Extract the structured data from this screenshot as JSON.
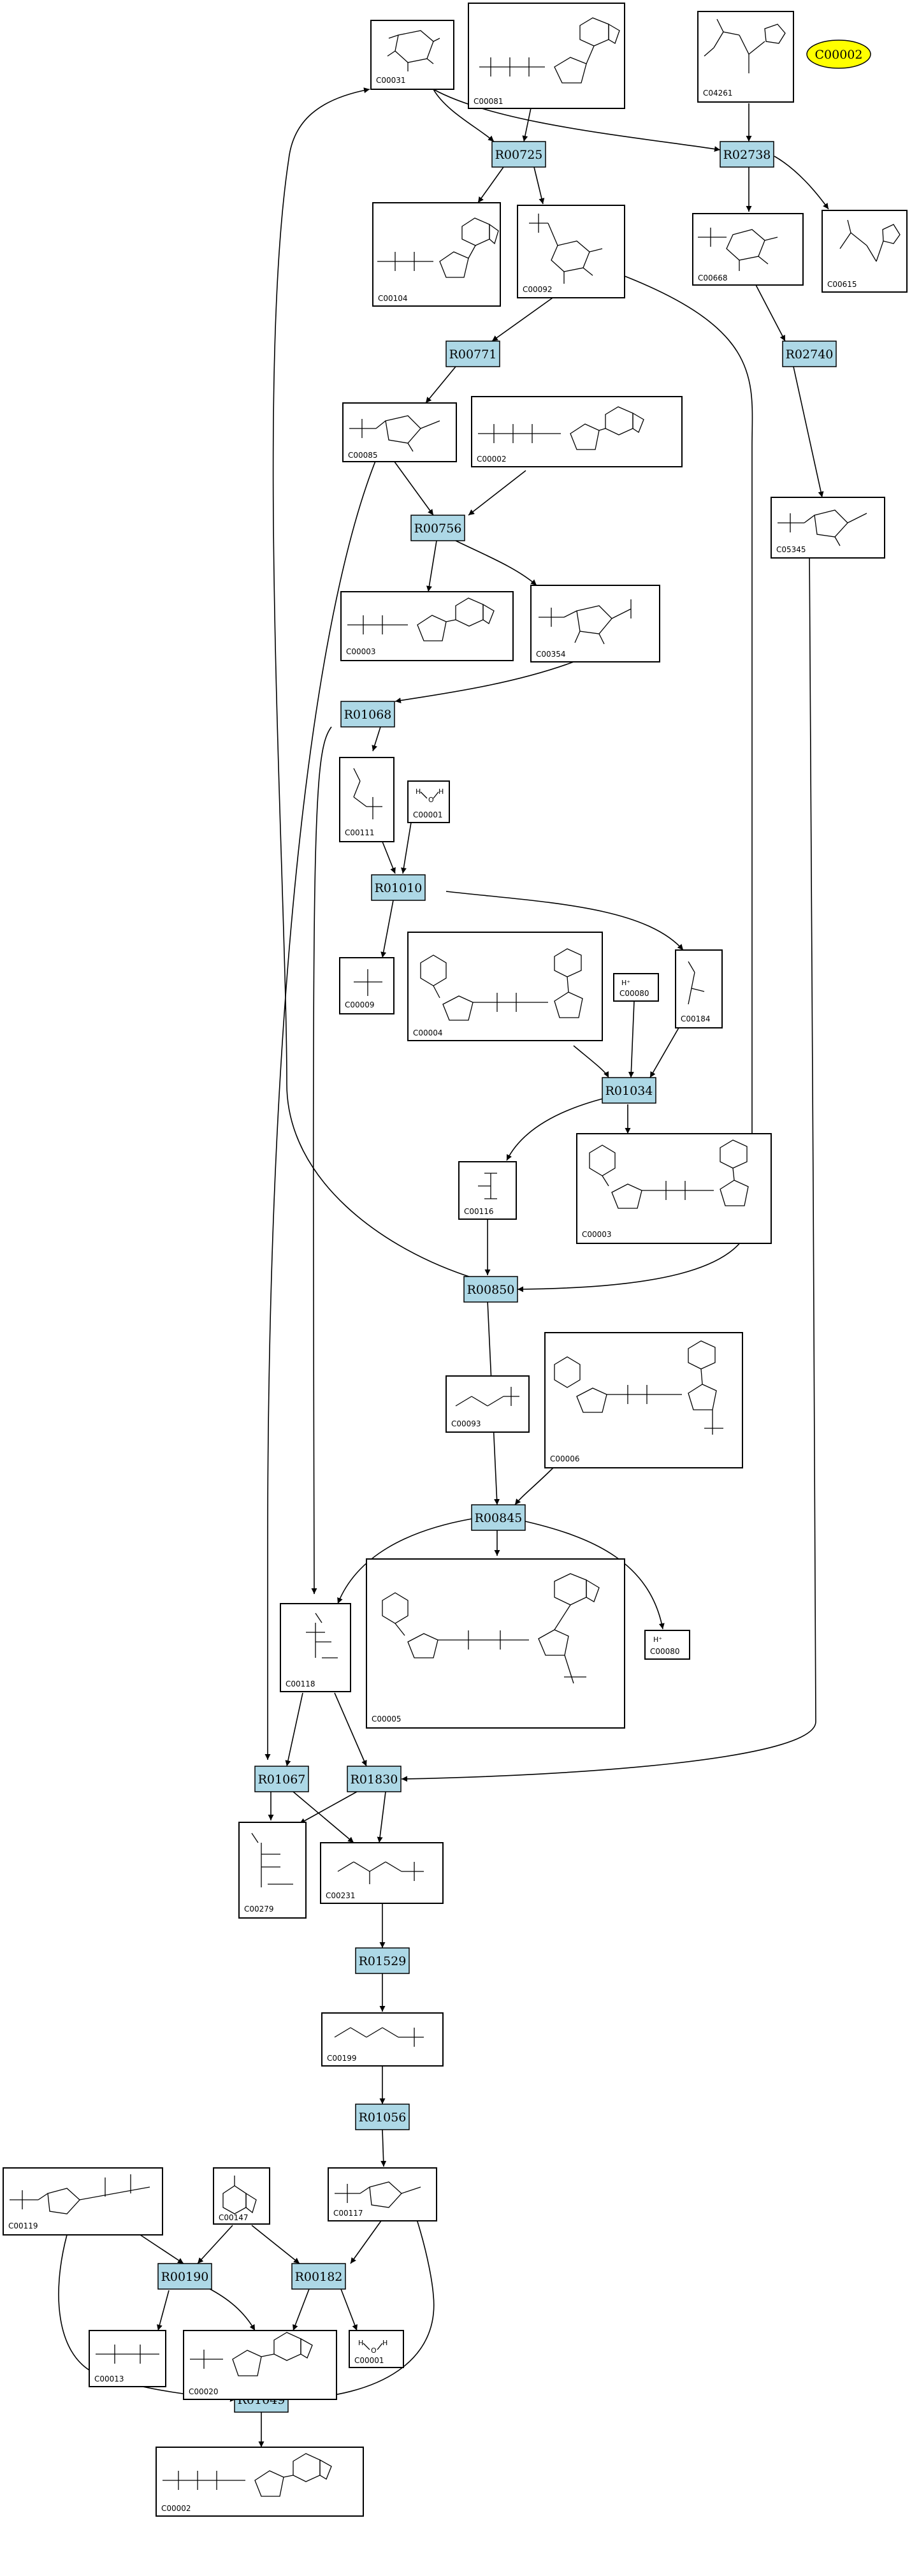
{
  "map_node": {
    "label": "C00002",
    "color": "#ffff00"
  },
  "colors": {
    "reaction_fill": "#add8e6",
    "compound_fill": "#ffffff",
    "map_fill": "#ffff00"
  },
  "reactions": [
    "R00725",
    "R02738",
    "R00771",
    "R02740",
    "R00756",
    "R01068",
    "R01010",
    "R01034",
    "R00850",
    "R00845",
    "R01067",
    "R01830",
    "R01529",
    "R01056",
    "R00190",
    "R00182",
    "R01049"
  ],
  "compounds": [
    "C00031",
    "C00081",
    "C04261",
    "C00104",
    "C00092",
    "C00668",
    "C00615",
    "C00085",
    "C00002",
    "C05345",
    "C00003",
    "C00354",
    "C00111",
    "C00001",
    "C00009",
    "C00004",
    "C00080",
    "C00184",
    "C00003",
    "C00116",
    "C00093",
    "C00006",
    "C00005",
    "C00118",
    "C00080",
    "C00279",
    "C00231",
    "C00199",
    "C00119",
    "C00147",
    "C00117",
    "C00013",
    "C00020",
    "C00001",
    "C00002"
  ],
  "compound_labels": {
    "h_plus": "H⁺",
    "water_h": "H",
    "water_o": "O",
    "water_h2": "H"
  }
}
